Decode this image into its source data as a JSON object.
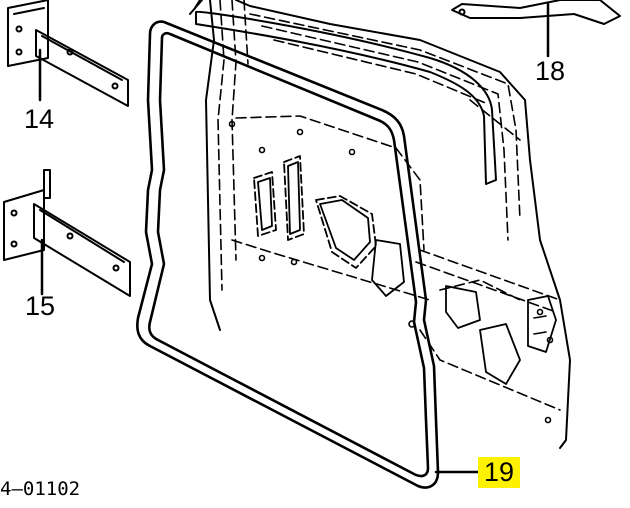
{
  "callouts": {
    "c14": "14",
    "c15": "15",
    "c18": "18",
    "c19": "19"
  },
  "drawing_code": "4—01102",
  "highlight_color": "#fff200"
}
